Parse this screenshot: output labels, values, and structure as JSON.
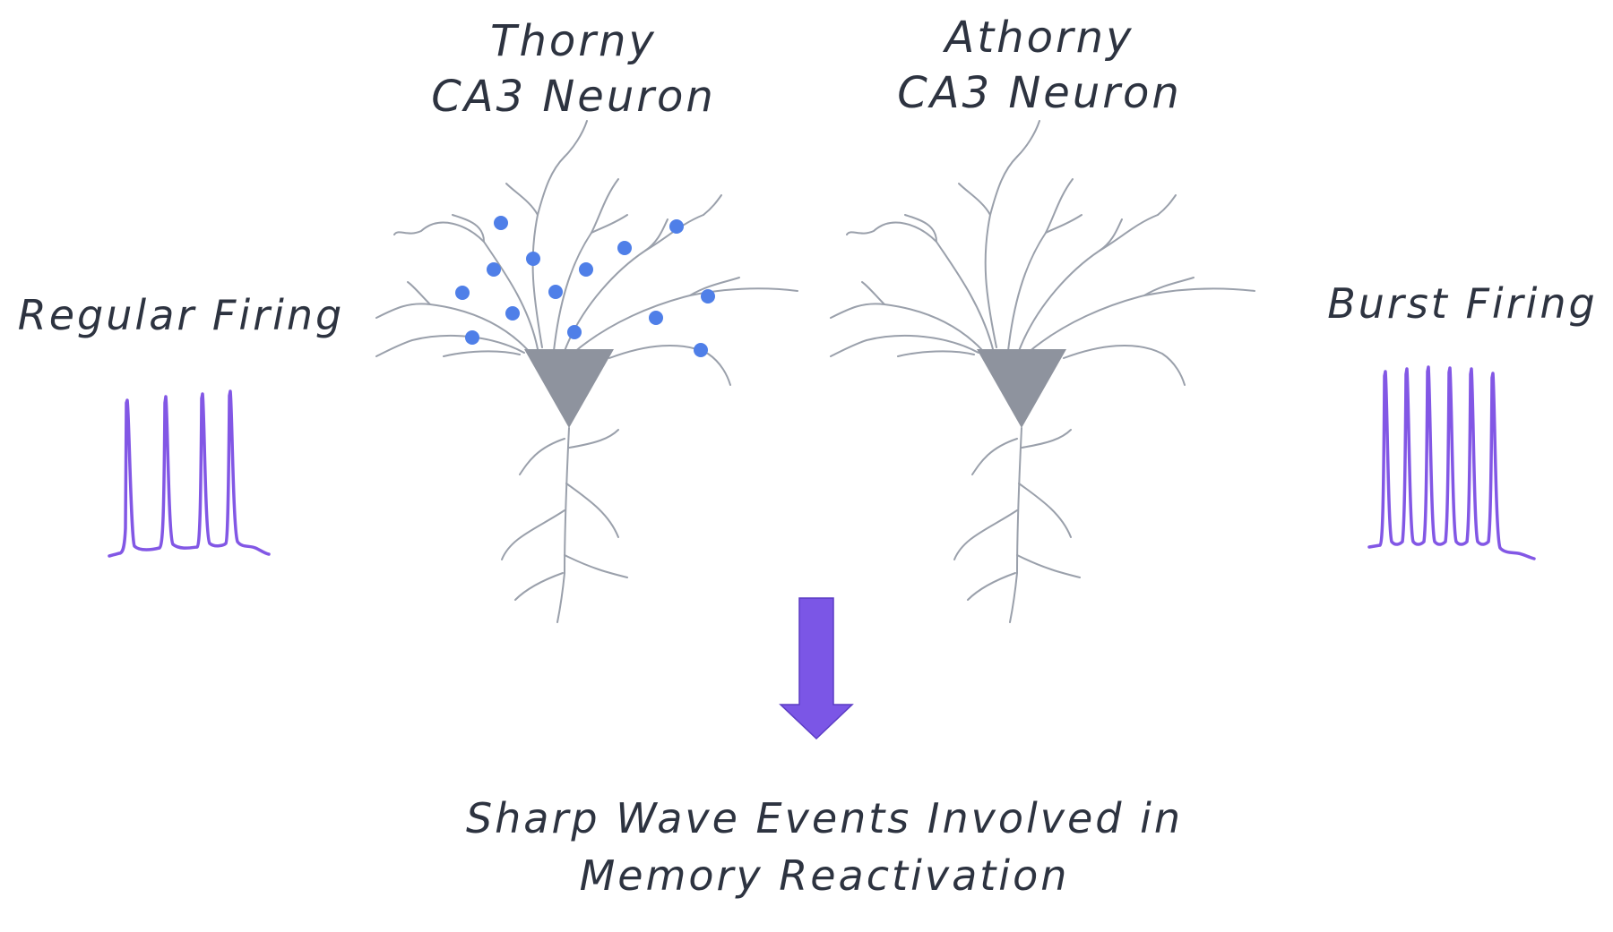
{
  "labels": {
    "thorny_title_1": "Thorny",
    "thorny_title_2": "CA3 Neuron",
    "athorny_title_1": "Athorny",
    "athorny_title_2": "CA3 Neuron",
    "regular_firing": "Regular Firing",
    "burst_firing": "Burst Firing",
    "outcome_1": "Sharp Wave Events Involved in",
    "outcome_2": "Memory Reactivation"
  },
  "colors": {
    "text": "#2d3340",
    "dendrite": "#9aa0ab",
    "soma": "#8e939e",
    "thorn": "#4f7fe8",
    "trace": "#8257e5",
    "arrow": "#7b56e6"
  }
}
